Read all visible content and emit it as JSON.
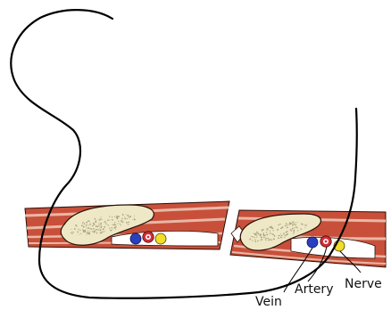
{
  "labels": {
    "vein": "Vein",
    "artery": "Artery",
    "nerve": "Nerve"
  },
  "colors": {
    "muscle": "#c8503a",
    "muscle_stripe": "#e9b7a6",
    "bone": "#efe8c6",
    "bone_speckle": "#a79f7d",
    "vein": "#2a3fbf",
    "artery_ring": "#d42c35",
    "nerve": "#f1dd2a",
    "suture": "#000000"
  }
}
